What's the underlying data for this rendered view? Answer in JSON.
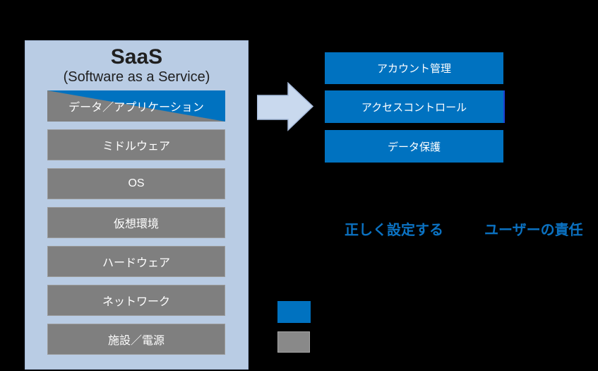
{
  "canvas": {
    "background": "#000000"
  },
  "colors": {
    "panel_fill": "#b9cce4",
    "layer_gray": "#7f7f7f",
    "responsibility_blue": "#0072c0",
    "note_text_blue": "#0b72c2",
    "arrow_fill": "#c9d9ee",
    "box_text": "#ffffff",
    "title_text": "#1f1f1f"
  },
  "saas_panel": {
    "title": "SaaS",
    "subtitle": "(Software as a Service)",
    "layers": [
      {
        "label": "データ／アプリケーション",
        "style": "split-gray-blue"
      },
      {
        "label": "ミドルウェア",
        "style": "gray"
      },
      {
        "label": "OS",
        "style": "gray"
      },
      {
        "label": "仮想環境",
        "style": "gray"
      },
      {
        "label": "ハードウェア",
        "style": "gray"
      },
      {
        "label": "ネットワーク",
        "style": "gray"
      },
      {
        "label": "施設／電源",
        "style": "gray"
      }
    ]
  },
  "arrow": {
    "direction": "right"
  },
  "user_measures": {
    "items": [
      {
        "label": "アカウント管理"
      },
      {
        "label": "アクセスコントロール",
        "highlighted": true
      },
      {
        "label": "データ保護"
      }
    ]
  },
  "notes": {
    "action": "正しく設定する",
    "owner": "ユーザーの責任"
  },
  "legend": {
    "swatches": [
      {
        "color": "#0072c0"
      },
      {
        "color": "#898989"
      }
    ]
  }
}
